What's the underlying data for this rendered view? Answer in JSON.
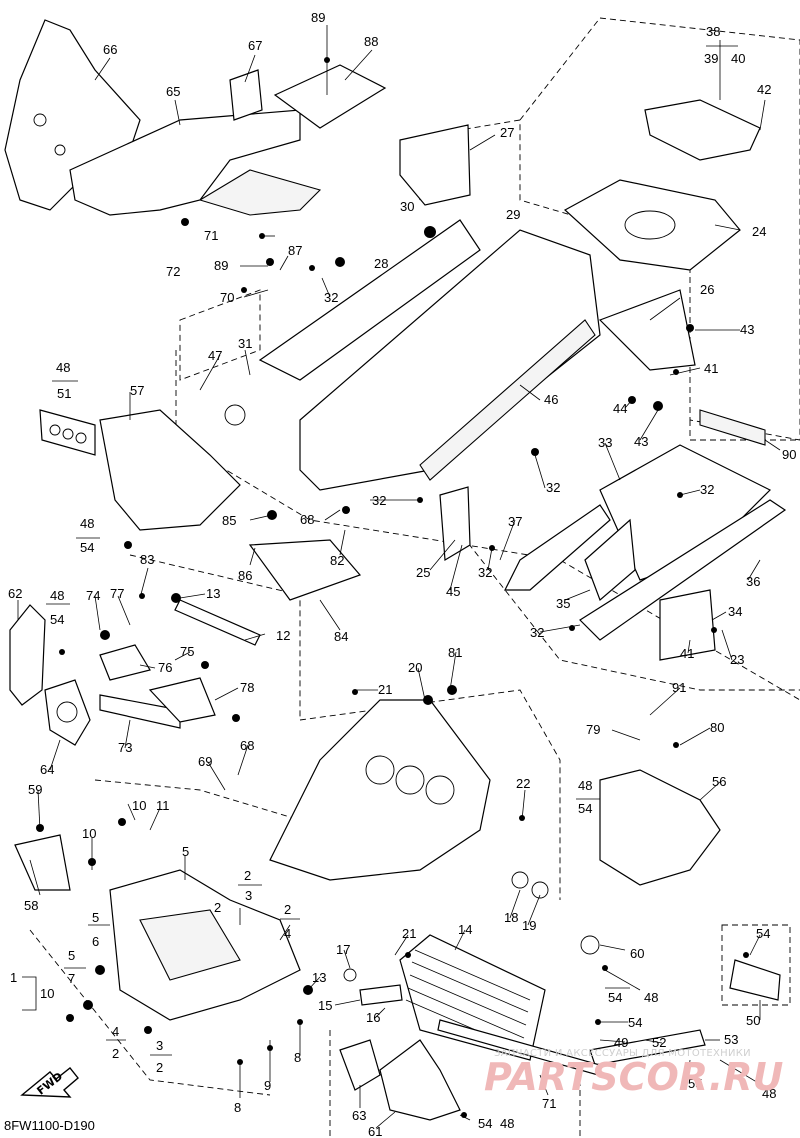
{
  "diagram": {
    "code": "8FW1100-D190",
    "fwd_label": "FWD",
    "watermark_text": "ЗАПЧАСТИ И АКСЕССУАРЫ ДЛЯ МОТОТЕХНИКИ",
    "logo_text": "PARTSCOR.RU",
    "labels": {
      "l89a": "89",
      "l88": "88",
      "l67": "67",
      "l66": "66",
      "l65": "65",
      "l38": "38",
      "l39": "39",
      "l40": "40",
      "l42": "42",
      "l27": "27",
      "l24": "24",
      "l30": "30",
      "l29": "29",
      "l71a": "71",
      "l72": "72",
      "l87": "87",
      "l89b": "89",
      "l28": "28",
      "l70": "70",
      "l32a": "32",
      "l26": "26",
      "l43a": "43",
      "l48a": "48",
      "l51": "51",
      "l57": "57",
      "l47": "47",
      "l31": "31",
      "l46": "46",
      "l41a": "41",
      "l44": "44",
      "l43b": "43",
      "l90": "90",
      "l33": "33",
      "l32b": "32",
      "l32c": "32",
      "l48b": "48",
      "l54a": "54",
      "l85": "85",
      "l68a": "68",
      "l82": "82",
      "l86": "86",
      "l84": "84",
      "l25": "25",
      "l45": "45",
      "l37": "37",
      "l32d": "32",
      "l35": "35",
      "l36": "36",
      "l32e": "32",
      "l34": "34",
      "l41b": "41",
      "l23": "23",
      "l83": "83",
      "l62": "62",
      "l48c": "48",
      "l54b": "54",
      "l74": "74",
      "l77": "77",
      "l13a": "13",
      "l12": "12",
      "l75": "75",
      "l76": "76",
      "l78": "78",
      "l73": "73",
      "l64": "64",
      "l69": "69",
      "l68b": "68",
      "l20": "20",
      "l81": "81",
      "l21a": "21",
      "l91": "91",
      "l79": "79",
      "l80": "80",
      "l48d": "48",
      "l54c": "54",
      "l56": "56",
      "l59": "59",
      "l10a": "10",
      "l11": "11",
      "l10b": "10",
      "l58": "58",
      "l5a": "5",
      "l2a": "2",
      "l3a": "3",
      "l2b": "2",
      "l4a": "4",
      "l22": "22",
      "l18": "18",
      "l19": "19",
      "l5b": "5",
      "l6": "6",
      "l5c": "5",
      "l7": "7",
      "l1": "1",
      "l10c": "10",
      "l17": "17",
      "l21b": "21",
      "l14": "14",
      "l60": "60",
      "l54d": "54",
      "l13b": "13",
      "l15": "15",
      "l16": "16",
      "l54e": "54",
      "l48e": "48",
      "l54f": "54",
      "l50": "50",
      "l53": "53",
      "l4b": "4",
      "l2c": "2",
      "l3b": "3",
      "l2d": "2",
      "l8a": "8",
      "l9": "9",
      "l49": "49",
      "l52": "52",
      "l55": "55",
      "l48f": "48",
      "l8b": "8",
      "l63": "63",
      "l61": "61",
      "l54g": "54",
      "l48g": "48",
      "l71b": "71"
    }
  }
}
